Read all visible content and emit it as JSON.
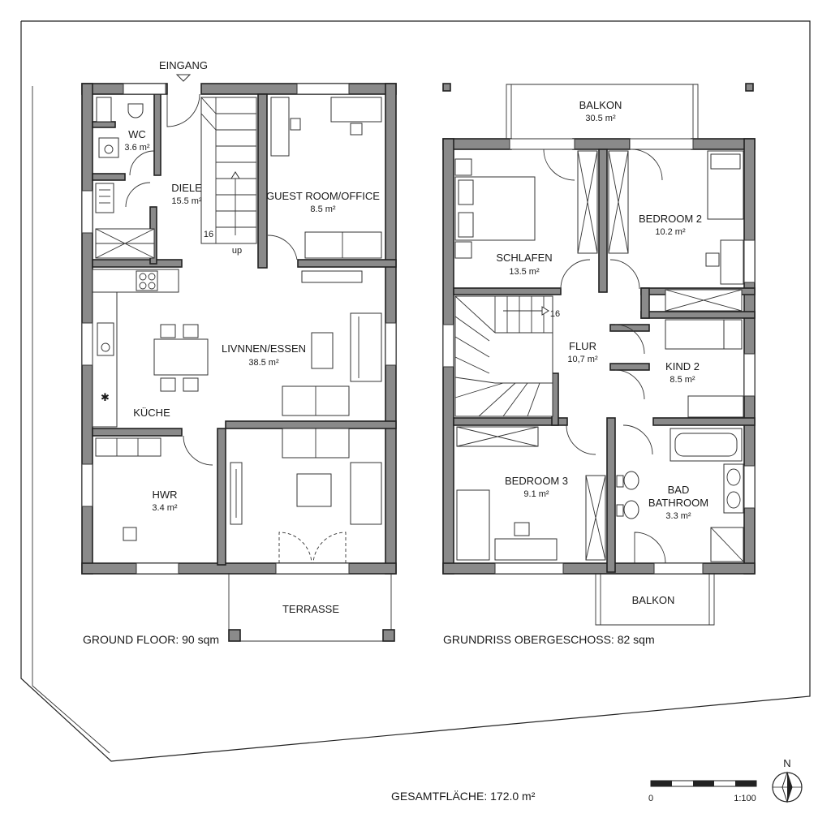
{
  "ground_floor": {
    "entrance": "EINGANG",
    "caption": "GROUND FLOOR: 90 sqm",
    "stair_steps": "16",
    "stair_dir": "up",
    "rooms": {
      "wc": {
        "name": "WC",
        "area": "3.6 m²"
      },
      "diele": {
        "name": "DIELE",
        "area": "15.5 m²"
      },
      "guest": {
        "name": "GUEST ROOM/OFFICE",
        "area": "8.5 m²"
      },
      "living": {
        "name": "LIVNNEN/ESSEN",
        "area": "38.5 m²"
      },
      "kitchen": {
        "name": "KÜCHE"
      },
      "hwr": {
        "name": "HWR",
        "area": "3.4 m²"
      },
      "terrace": {
        "name": "TERRASSE"
      }
    }
  },
  "upper_floor": {
    "caption": "GRUNDRISS OBERGESCHOSS: 82 sqm",
    "stair_steps": "16",
    "rooms": {
      "balcony_top": {
        "name": "BALKON",
        "area": "30.5 m²"
      },
      "schlafen": {
        "name": "SCHLAFEN",
        "area": "13.5 m²"
      },
      "bedroom2": {
        "name": "BEDROOM 2",
        "area": "10.2 m²"
      },
      "flur": {
        "name": "FLUR",
        "area": "10,7 m²"
      },
      "kind2": {
        "name": "KIND 2",
        "area": "8.5 m²"
      },
      "bedroom3": {
        "name": "BEDROOM 3",
        "area": "9.1 m²"
      },
      "bad": {
        "name": "BAD",
        "name2": "BATHROOM",
        "area": "3.3 m²"
      },
      "balcony_bottom": {
        "name": "BALKON"
      }
    }
  },
  "total": "GESAMTFLÄCHE: 172.0 m²",
  "scale": {
    "start": "0",
    "ratio": "1:100"
  },
  "north": "N"
}
